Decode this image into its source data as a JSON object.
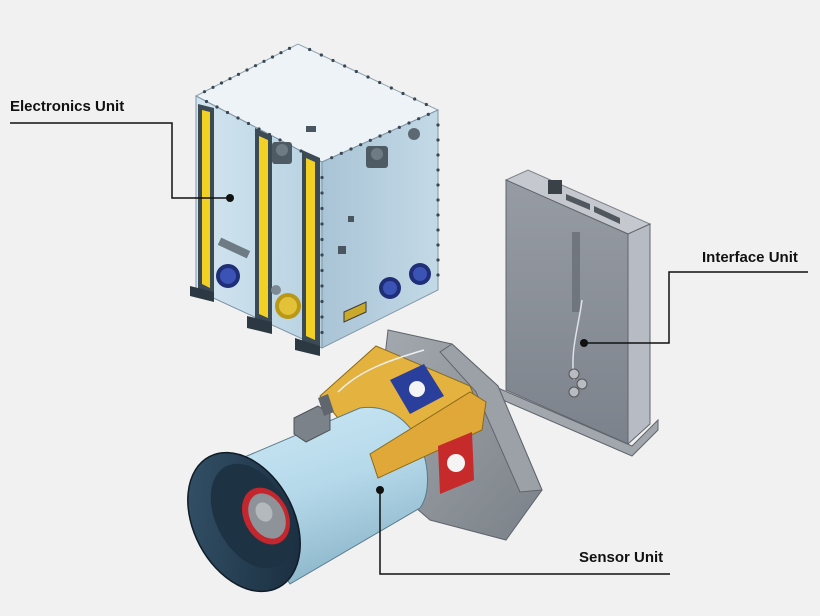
{
  "labels": {
    "electronics_unit": "Electronics Unit",
    "interface_unit": "Interface Unit",
    "sensor_unit": "Sensor Unit"
  },
  "colors": {
    "background": "#f1f1f1",
    "electronics_box_top": "#eef3f7",
    "electronics_box_front": "#c6dce9",
    "electronics_box_side": "#b4ccdb",
    "rail_yellow": "#f2d024",
    "rail_dark": "#3c4a55",
    "interface_front": "#8a9099",
    "interface_side": "#b7bcc4",
    "sensor_body": "#b9dced",
    "sensor_shade": "#264155",
    "bracket_orange": "#e4b23e",
    "bracket_grey": "#8d939a",
    "port_blue": "#2a3f9c",
    "port_red": "#c72a2a",
    "connector_gold": "#e3c23a",
    "leader_line": "#111111"
  },
  "icons": [
    "leader-dot",
    "bolt-hole",
    "connector-port",
    "lens-aperture"
  ]
}
